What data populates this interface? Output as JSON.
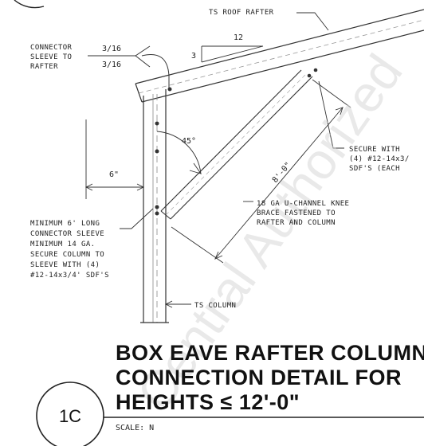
{
  "labels": {
    "ts_roof_rafter": "TS ROOF RAFTER",
    "connector_sleeve": [
      "CONNECTOR",
      "SLEEVE TO",
      "RAFTER"
    ],
    "weld_top": "3/16",
    "weld_bottom": "3/16",
    "slope_run": "12",
    "slope_rise": "3",
    "angle": "45°",
    "offset": "6\"",
    "diag_dim": "8'-0\"",
    "secure_with": [
      "SECURE WITH",
      "(4) #12-14x3/",
      "SDF'S (EACH"
    ],
    "min_sleeve": [
      "MINIMUM 6' LONG",
      "CONNECTOR SLEEVE",
      "MINIMUM 14 GA.",
      "SECURE COLUMN TO",
      "SLEEVE WITH (4)",
      "#12-14x3/4' SDF'S"
    ],
    "knee_brace": [
      "18 GA U-CHANNEL KNEE",
      "BRACE FASTENED TO",
      "RAFTER AND COLUMN"
    ],
    "ts_column": "TS COLUMN"
  },
  "title": {
    "line1": "BOX EAVE RAFTER COLUMN",
    "line2": "CONNECTION DETAIL FOR",
    "line3": "HEIGHTS ≤ 12'-0\""
  },
  "detail_tag": "1C",
  "scale_label": "SCALE: N",
  "watermark": "Central Authorized"
}
